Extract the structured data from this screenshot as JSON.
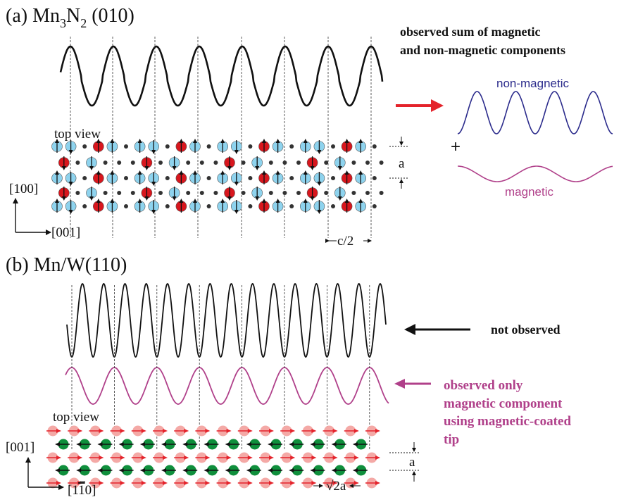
{
  "panel_a": {
    "title_prefix": "(a) Mn",
    "title_sub1": "3",
    "title_mid": "N",
    "title_sub2": "2",
    "title_suffix": " (010)",
    "top_view": "top view",
    "axis_vertical": "[100]",
    "axis_horizontal": "[001]",
    "dim_a": "a",
    "dim_c": "c/2",
    "observed_line1": "observed sum of magnetic",
    "observed_line2": "and non-magnetic components",
    "nonmagnetic_label": "non-magnetic",
    "plus": "+",
    "magnetic_label": "magnetic"
  },
  "panel_b": {
    "title": "(b) Mn/W(110)",
    "top_view": "top view",
    "axis_vertical": "[001]",
    "axis_horizontal_prefix": "[1",
    "axis_horizontal_bar": "1",
    "axis_horizontal_suffix": "0]",
    "dim_a": "a",
    "dim_sqrt": "√2a",
    "not_observed": "not observed",
    "observed_only_line1": "observed only",
    "observed_only_line2": "magnetic component",
    "observed_only_line3": "using magnetic-coated",
    "observed_only_line4": "tip"
  },
  "colors": {
    "mn_red": "#d8161d",
    "mn_blue": "#8ed3ee",
    "n_dark": "#333333",
    "mn_green": "#0f8f3c",
    "mn_pink": "#f4a9a6",
    "nonmag_wave": "#2c2c8c",
    "mag_wave": "#b0408a",
    "arrow_red": "#e4232b",
    "spin_arrow_red": "#e4232b"
  }
}
